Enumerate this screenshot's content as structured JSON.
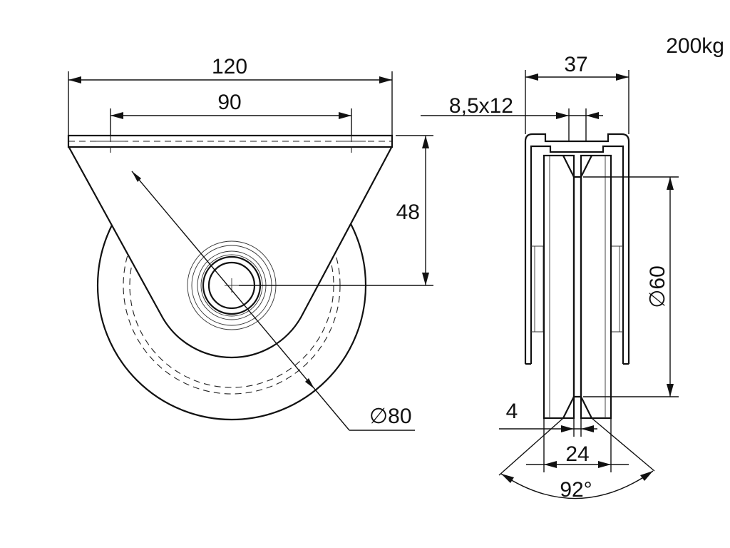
{
  "load_label": "200kg",
  "front_view": {
    "overall_width": "120",
    "hole_spacing": "90",
    "axle_height": "48",
    "wheel_diameter": "∅80"
  },
  "side_view": {
    "overall_width": "37",
    "slot_size": "8,5x12",
    "groove_diameter": "∅60",
    "groove_bottom_width": "4",
    "wheel_width": "24",
    "groove_angle": "92°"
  }
}
